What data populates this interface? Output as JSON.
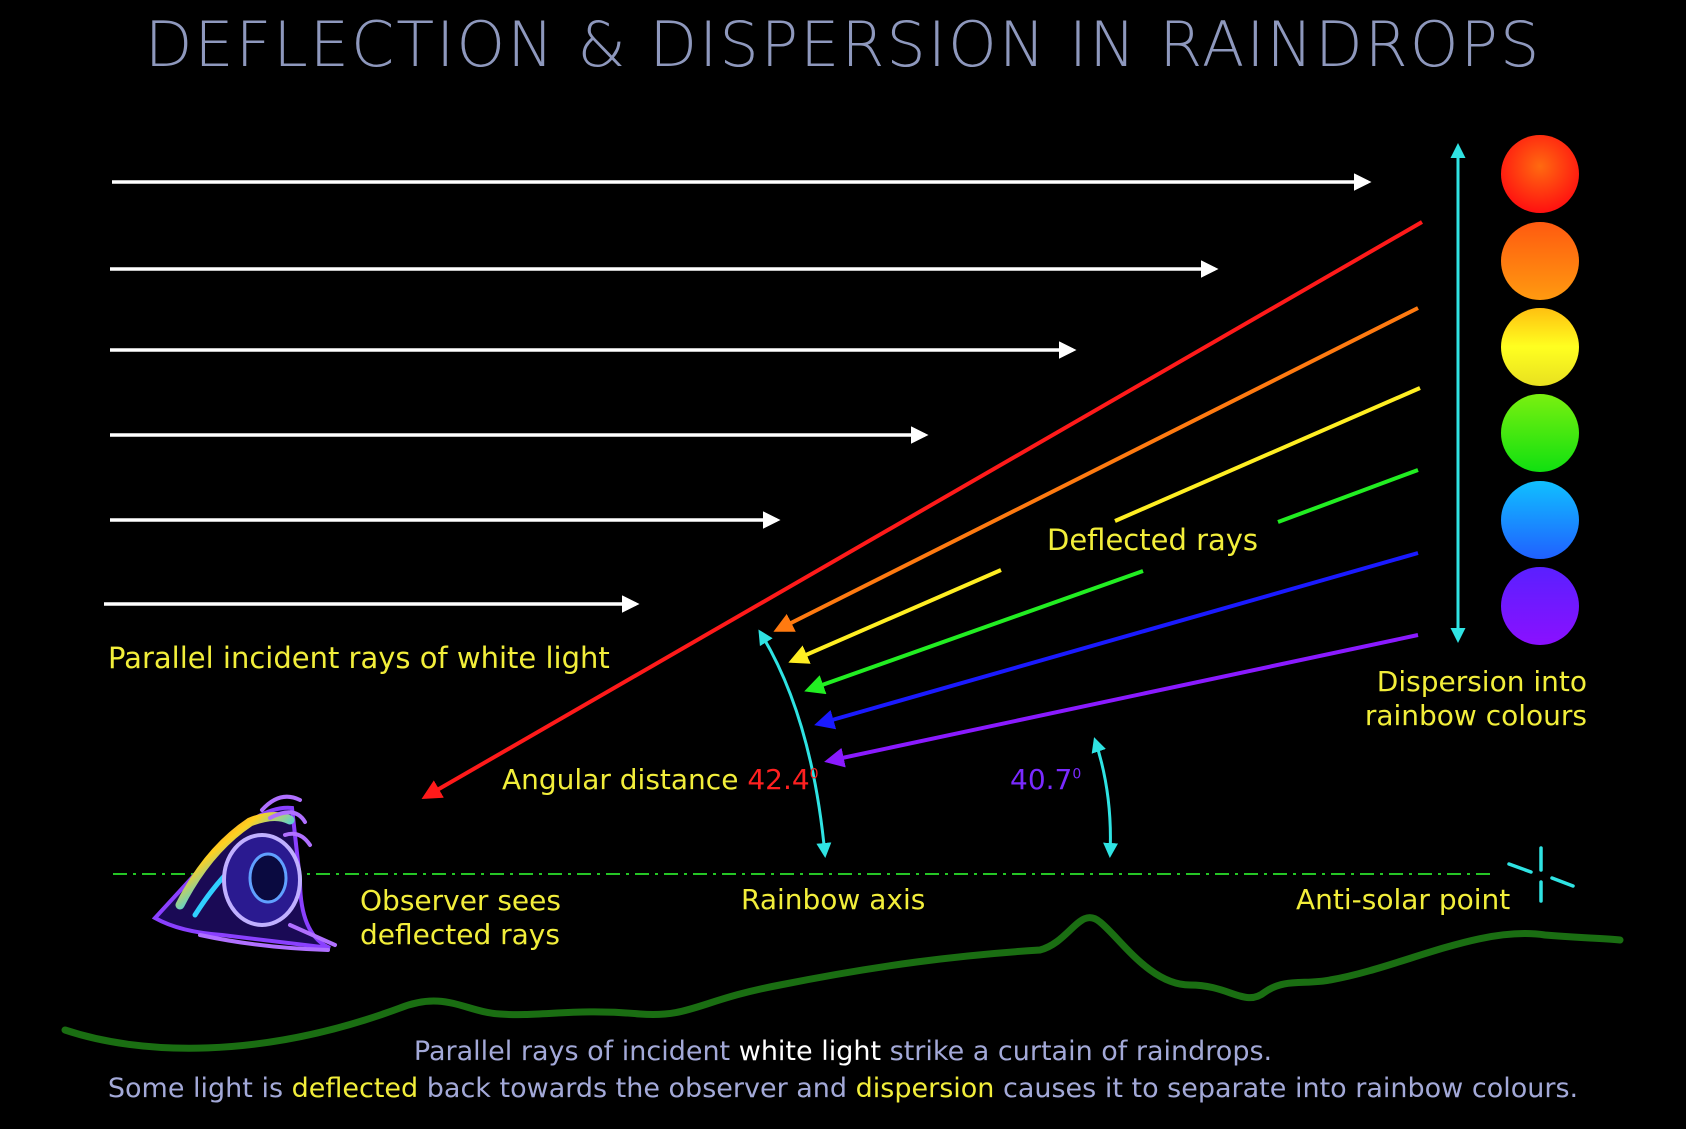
{
  "title": "DEFLECTION & DISPERSION IN RAINDROPS",
  "labels": {
    "incident": "Parallel incident rays of white light",
    "deflected": "Deflected rays",
    "dispersion_line1": "Dispersion into",
    "dispersion_line2": "rainbow colours",
    "angular_prefix": "Angular distance ",
    "angle_red": "42.4",
    "angle_violet": "40.7",
    "degree_mark": "0",
    "observer_line1": "Observer sees",
    "observer_line2": "deflected rays",
    "rainbow_axis": "Rainbow axis",
    "anti_solar": "Anti-solar point"
  },
  "caption": {
    "line1_a": "Parallel rays of incident ",
    "line1_b": "white light",
    "line1_c": " strike a curtain of raindrops.",
    "line2_a": "Some light is ",
    "line2_b": "deflected",
    "line2_c": " back towards the observer and ",
    "line2_d": "dispersion",
    "line2_e": " causes it to separate into rainbow colours."
  },
  "colors": {
    "background": "#000000",
    "incident": "#ffffff",
    "label": "#f2ee3a",
    "title": "#8e98bd",
    "caption": "#a3a9d8",
    "axis": "#2fe3e3",
    "ground": "#1a6e12",
    "red": "#ff1a1a",
    "orange": "#ff7a10",
    "yellow": "#ffee22",
    "green": "#22ee22",
    "blue": "#1a1aff",
    "violet": "#8a1aff",
    "angle_red_text": "#ff2020",
    "angle_violet_text": "#7a2aff"
  },
  "swatches": [
    "#ff1a1a",
    "#ff7a10",
    "#ffee22",
    "#22ee22",
    "#1ea0ff",
    "#7a1aff"
  ],
  "icons": {
    "observer": "eye-icon",
    "anti_solar": "crosshair-icon"
  }
}
